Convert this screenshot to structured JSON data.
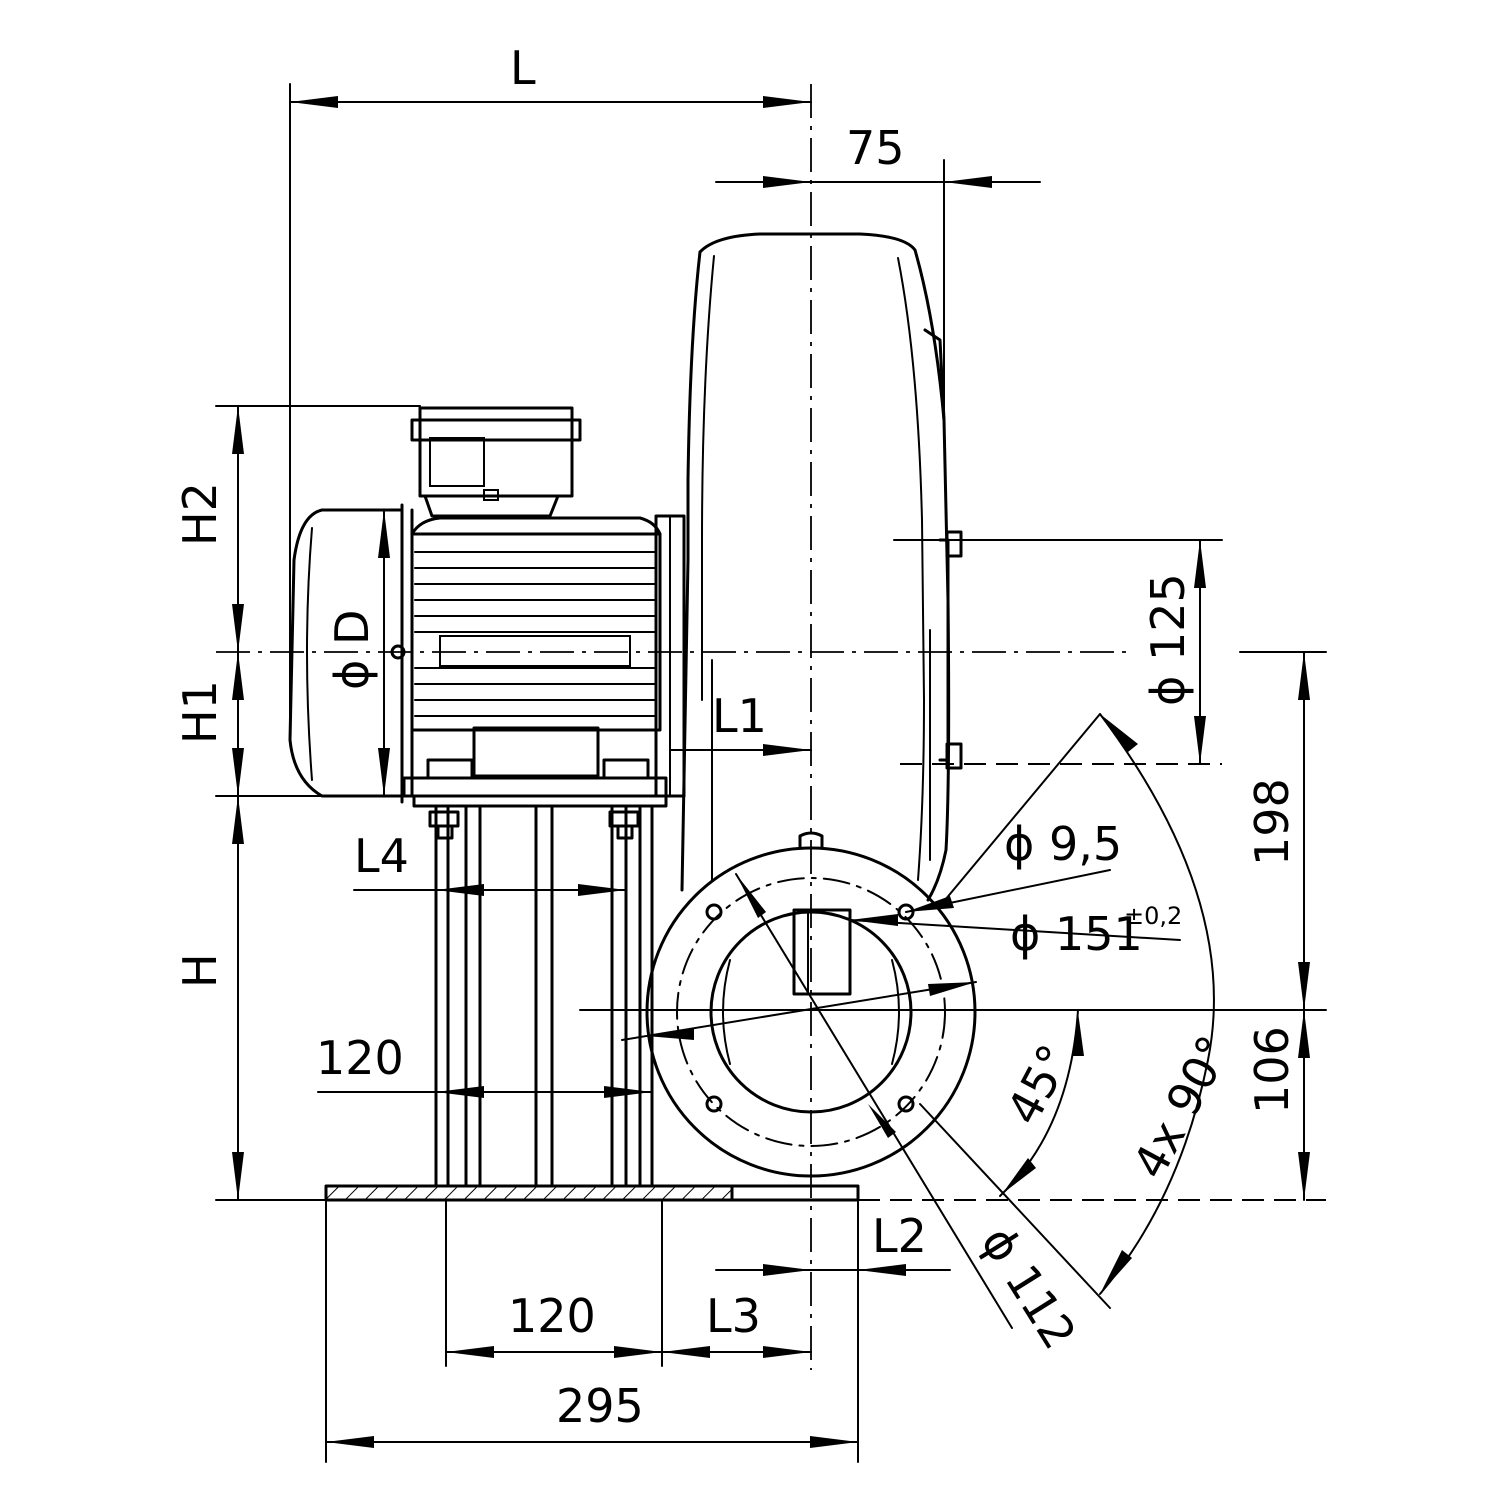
{
  "labels": {
    "L": "L",
    "dim_75": "75",
    "H2": "H2",
    "H1": "H1",
    "H": "H",
    "phiD": "ϕ D",
    "phi125": "ϕ 125",
    "L1": "L1",
    "L4": "L4",
    "dim_120_left": "120",
    "phi9_5": "ϕ 9,5",
    "phi151": "ϕ 151",
    "tol_151": "±0,2",
    "dim_198": "198",
    "dim_106": "106",
    "angle_45": "45°",
    "angle_4x90": "4x 90°",
    "phi112": "ϕ 112",
    "L2": "L2",
    "L3": "L3",
    "dim_120_bottom": "120",
    "dim_295": "295"
  }
}
